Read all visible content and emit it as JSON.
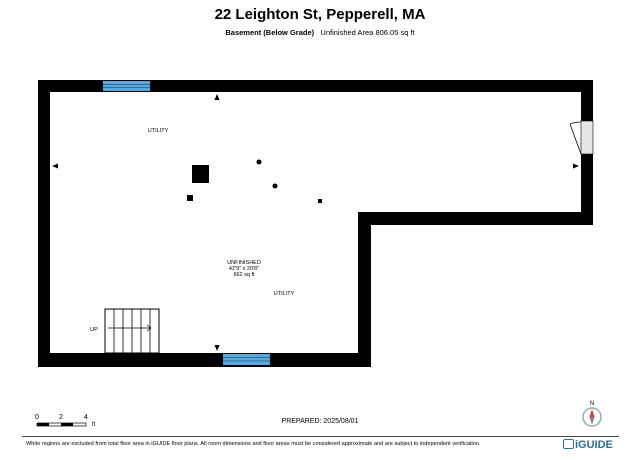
{
  "header": {
    "title": "22 Leighton St, Pepperell, MA",
    "level_label": "Basement (Below Grade)",
    "area_text": "Unfinished Area 806.05 sq ft"
  },
  "rooms": {
    "utility_top": "UTILITY",
    "unfinished_name": "UNFINISHED",
    "unfinished_dims": "42'9\" x 20'8\"",
    "unfinished_area": "662 sq ft",
    "utility_mid": "UTILITY",
    "stairs_label": "UP"
  },
  "scale": {
    "tick_0": "0",
    "tick_2": "2",
    "tick_4": "4",
    "unit": "ft"
  },
  "compass_label": "N",
  "footer": {
    "prepared": "PREPARED: 2025/08/01",
    "disclaimer": "White regions are excluded from total floor area in iGUIDE floor plans. All room dimensions and floor areas must be considered approximate and are subject to independent verification.",
    "logo_text": "iGUIDE"
  },
  "colors": {
    "wall": "#000000",
    "window": "#5aa9de",
    "compass_red": "#e3343a"
  }
}
